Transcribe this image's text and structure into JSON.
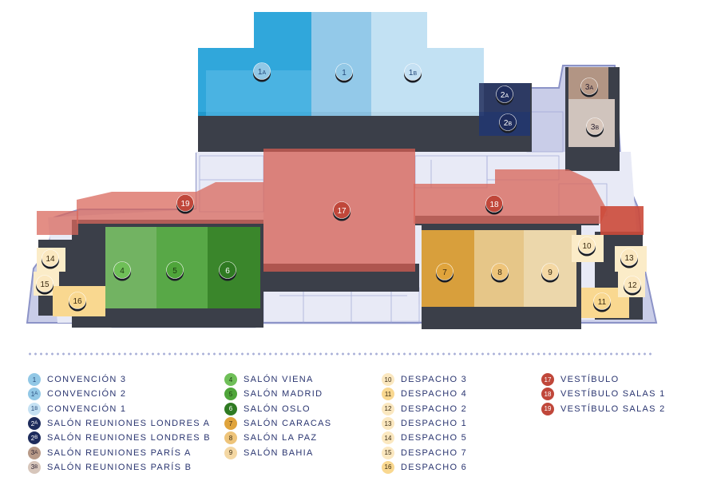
{
  "legend": [
    [
      {
        "code": "1",
        "label": "CONVENCIÓN 3",
        "color": "#92c8e6",
        "text_color": "#24497a"
      },
      {
        "code": "1A",
        "label": "CONVENCIÓN 2",
        "color": "#92c8e6",
        "text_color": "#24497a"
      },
      {
        "code": "1B",
        "label": "CONVENCIÓN 1",
        "color": "#c5e1f3",
        "text_color": "#24497a"
      },
      {
        "code": "2A",
        "label": "SALÓN REUNIONES LONDRES A",
        "color": "#1e2c5c",
        "text_color": "#ffffff"
      },
      {
        "code": "2B",
        "label": "SALÓN REUNIONES LONDRES B",
        "color": "#1e2c5c",
        "text_color": "#ffffff"
      },
      {
        "code": "3A",
        "label": "SALÓN REUNIONES PARÍS A",
        "color": "#b89a88",
        "text_color": "#2a2030"
      },
      {
        "code": "3B",
        "label": "SALÓN REUNIONES PARÍS B",
        "color": "#d7c6bb",
        "text_color": "#2a2030"
      }
    ],
    [
      {
        "code": "4",
        "label": "SALÓN VIENA",
        "color": "#6fbf58",
        "text_color": "#1c3a12"
      },
      {
        "code": "5",
        "label": "SALÓN MADRID",
        "color": "#4fa53a",
        "text_color": "#1c3a12"
      },
      {
        "code": "6",
        "label": "SALÓN OSLO",
        "color": "#2f7a22",
        "text_color": "#ffffff"
      },
      {
        "code": "7",
        "label": "SALÓN CARACAS",
        "color": "#e0a43c",
        "text_color": "#3a2a10"
      },
      {
        "code": "8",
        "label": "SALÓN LA PAZ",
        "color": "#eec47a",
        "text_color": "#3a2a10"
      },
      {
        "code": "9",
        "label": "SALÓN BAHIA",
        "color": "#f4d8a4",
        "text_color": "#3a2a10"
      }
    ],
    [
      {
        "code": "10",
        "label": "DESPACHO 3",
        "color": "#fbe8c0",
        "text_color": "#3a2a10"
      },
      {
        "code": "11",
        "label": "DESPACHO 4",
        "color": "#f9d890",
        "text_color": "#3a2a10"
      },
      {
        "code": "12",
        "label": "DESPACHO 2",
        "color": "#fbe8c0",
        "text_color": "#3a2a10"
      },
      {
        "code": "13",
        "label": "DESPACHO 1",
        "color": "#fbe8c0",
        "text_color": "#3a2a10"
      },
      {
        "code": "14",
        "label": "DESPACHO 5",
        "color": "#fbe8c0",
        "text_color": "#3a2a10"
      },
      {
        "code": "15",
        "label": "DESPACHO 7",
        "color": "#fbe8c0",
        "text_color": "#3a2a10"
      },
      {
        "code": "16",
        "label": "DESPACHO 6",
        "color": "#f9d890",
        "text_color": "#3a2a10"
      }
    ],
    [
      {
        "code": "17",
        "label": "VESTÍBULO",
        "color": "#c0473a",
        "text_color": "#ffffff"
      },
      {
        "code": "18",
        "label": "VESTÍBULO SALAS 1",
        "color": "#c0473a",
        "text_color": "#ffffff"
      },
      {
        "code": "19",
        "label": "VESTÍBULO SALAS 2",
        "color": "#c0473a",
        "text_color": "#ffffff"
      }
    ]
  ],
  "map_markers": [
    {
      "code": "1A",
      "name": "marker-1a",
      "fill": "#92c8e6",
      "text_color": "#24497a"
    },
    {
      "code": "1",
      "name": "marker-1",
      "fill": "#92c8e6",
      "text_color": "#24497a"
    },
    {
      "code": "1B",
      "name": "marker-1b",
      "fill": "#c5e1f3",
      "text_color": "#24497a"
    },
    {
      "code": "2A",
      "name": "marker-2a",
      "fill": "#1e2c5c",
      "text_color": "#ffffff"
    },
    {
      "code": "2B",
      "name": "marker-2b",
      "fill": "#1e2c5c",
      "text_color": "#ffffff"
    },
    {
      "code": "3A",
      "name": "marker-3a",
      "fill": "#b89a88",
      "text_color": "#2a2030"
    },
    {
      "code": "3B",
      "name": "marker-3b",
      "fill": "#d7c6bb",
      "text_color": "#2a2030"
    },
    {
      "code": "19",
      "name": "marker-19",
      "fill": "#c0473a",
      "text_color": "#ffffff"
    },
    {
      "code": "17",
      "name": "marker-17",
      "fill": "#c0473a",
      "text_color": "#ffffff"
    },
    {
      "code": "18",
      "name": "marker-18",
      "fill": "#c0473a",
      "text_color": "#ffffff"
    },
    {
      "code": "4",
      "name": "marker-4",
      "fill": "#6fbf58",
      "text_color": "#1c3a12"
    },
    {
      "code": "5",
      "name": "marker-5",
      "fill": "#4fa53a",
      "text_color": "#1c3a12"
    },
    {
      "code": "6",
      "name": "marker-6",
      "fill": "#2f7a22",
      "text_color": "#ffffff"
    },
    {
      "code": "7",
      "name": "marker-7",
      "fill": "#e0a43c",
      "text_color": "#3a2a10"
    },
    {
      "code": "8",
      "name": "marker-8",
      "fill": "#eec47a",
      "text_color": "#3a2a10"
    },
    {
      "code": "9",
      "name": "marker-9",
      "fill": "#f4d8a4",
      "text_color": "#3a2a10"
    },
    {
      "code": "10",
      "name": "marker-10",
      "fill": "#fbe8c0",
      "text_color": "#3a2a10"
    },
    {
      "code": "11",
      "name": "marker-11",
      "fill": "#f9d890",
      "text_color": "#3a2a10"
    },
    {
      "code": "12",
      "name": "marker-12",
      "fill": "#fbe8c0",
      "text_color": "#3a2a10"
    },
    {
      "code": "13",
      "name": "marker-13",
      "fill": "#fbe8c0",
      "text_color": "#3a2a10"
    },
    {
      "code": "14",
      "name": "marker-14",
      "fill": "#fbe8c0",
      "text_color": "#3a2a10"
    },
    {
      "code": "15",
      "name": "marker-15",
      "fill": "#fbe8c0",
      "text_color": "#3a2a10"
    },
    {
      "code": "16",
      "name": "marker-16",
      "fill": "#f9d890",
      "text_color": "#3a2a10"
    }
  ]
}
